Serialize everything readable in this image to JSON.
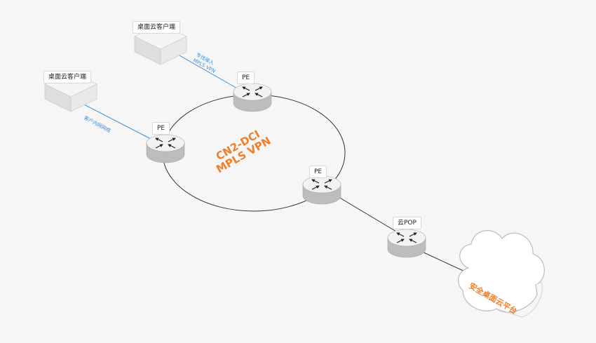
{
  "colors": {
    "accent": "#f07e2a",
    "link_blue": "#3f8fd6",
    "line": "#333333",
    "router_top": "#f2f2f2",
    "router_side": "#bdbdbd"
  },
  "clients": [
    {
      "label": "桌面云客户端"
    },
    {
      "label": "桌面云客户端"
    }
  ],
  "links": {
    "client_top_label_line1": "专线接入",
    "client_top_label_line2": "MPLS VPN",
    "client_left_label": "客户内网网络"
  },
  "routers": [
    {
      "label": "PE"
    },
    {
      "label": "PE"
    },
    {
      "label": "PE"
    },
    {
      "label": "云POP"
    }
  ],
  "ring": {
    "title_line1": "CN2-DCI",
    "title_line2": "MPLS VPN"
  },
  "cloud": {
    "label": "安全桌面云平台",
    "icon": "cloud-icon"
  }
}
